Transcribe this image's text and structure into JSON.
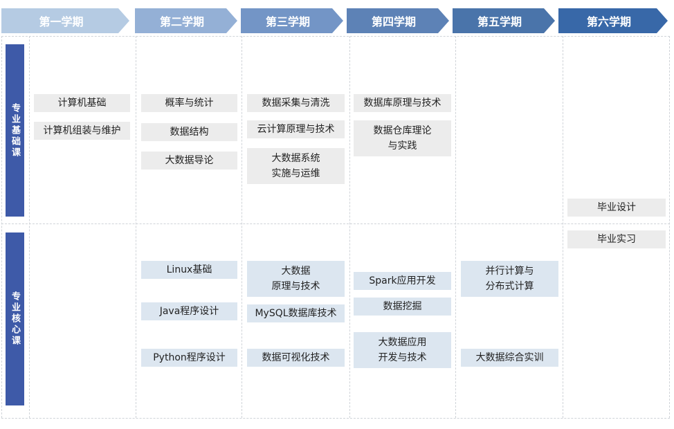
{
  "semesters": [
    "第一学期",
    "第二学期",
    "第三学期",
    "第四学期",
    "第五学期",
    "第六学期"
  ],
  "header_colors": [
    "#b5cbe3",
    "#94b0d6",
    "#7395c6",
    "#5d82b6",
    "#4a74aa",
    "#3868a8"
  ],
  "categories": {
    "basic": "专业基础课",
    "core": "专业核心课"
  },
  "courses": {
    "s1": {
      "b1": "计算机基础",
      "b2": "计算机组装与维护"
    },
    "s2": {
      "b1": "概率与统计",
      "b2": "数据结构",
      "b3": "大数据导论",
      "c1": "Linux基础",
      "c2": "Java程序设计",
      "c3": "Python程序设计"
    },
    "s3": {
      "b1": "数据采集与清洗",
      "b2": "云计算原理与技术",
      "b3": "大数据系统\n实施与运维",
      "c1": "大数据\n原理与技术",
      "c2": "MySQL数据库技术",
      "c3": "数据可视化技术"
    },
    "s4": {
      "b1": "数据库原理与技术",
      "b2": "数据仓库理论\n与实践",
      "c1": "Spark应用开发",
      "c2": "数据挖掘",
      "c3": "大数据应用\n开发与技术"
    },
    "s5": {
      "c1": "并行计算与\n分布式计算",
      "c2": "大数据综合实训"
    },
    "s6": {
      "p1": "毕业设计",
      "p2": "毕业实习"
    }
  },
  "colors": {
    "category_bg": "#3e5aa8",
    "basic_box": "#ececec",
    "core_box": "#dce6f0"
  }
}
